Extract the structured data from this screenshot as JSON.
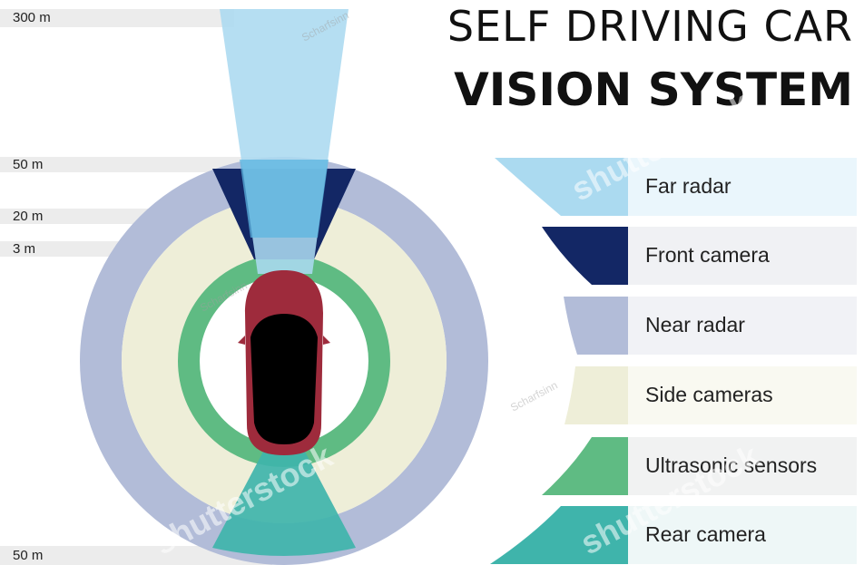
{
  "title": {
    "line1": "SELF DRIVING CAR",
    "line2": "VISION SYSTEM"
  },
  "distance_markers": [
    {
      "label": "300 m"
    },
    {
      "label": "50 m"
    },
    {
      "label": "20 m"
    },
    {
      "label": "3 m"
    },
    {
      "label": "50 m"
    }
  ],
  "legend": [
    {
      "label": "Far radar",
      "color": "#abdaf0",
      "bg": "#eaf6fc"
    },
    {
      "label": "Front camera",
      "color": "#132765",
      "bg": "#f0f1f4"
    },
    {
      "label": "Near radar",
      "color": "#b2bcd8",
      "bg": "#f1f2f6"
    },
    {
      "label": "Side cameras",
      "color": "#eeeed8",
      "bg": "#f9f9f1"
    },
    {
      "label": "Ultrasonic sensors",
      "color": "#5fbb83",
      "bg": "#f1f2f2"
    },
    {
      "label": "Rear camera",
      "color": "#3fb4ab",
      "bg": "#eef7f7"
    }
  ],
  "watermarks": {
    "brand": "shutterstock",
    "author": "Scharfsinn"
  }
}
